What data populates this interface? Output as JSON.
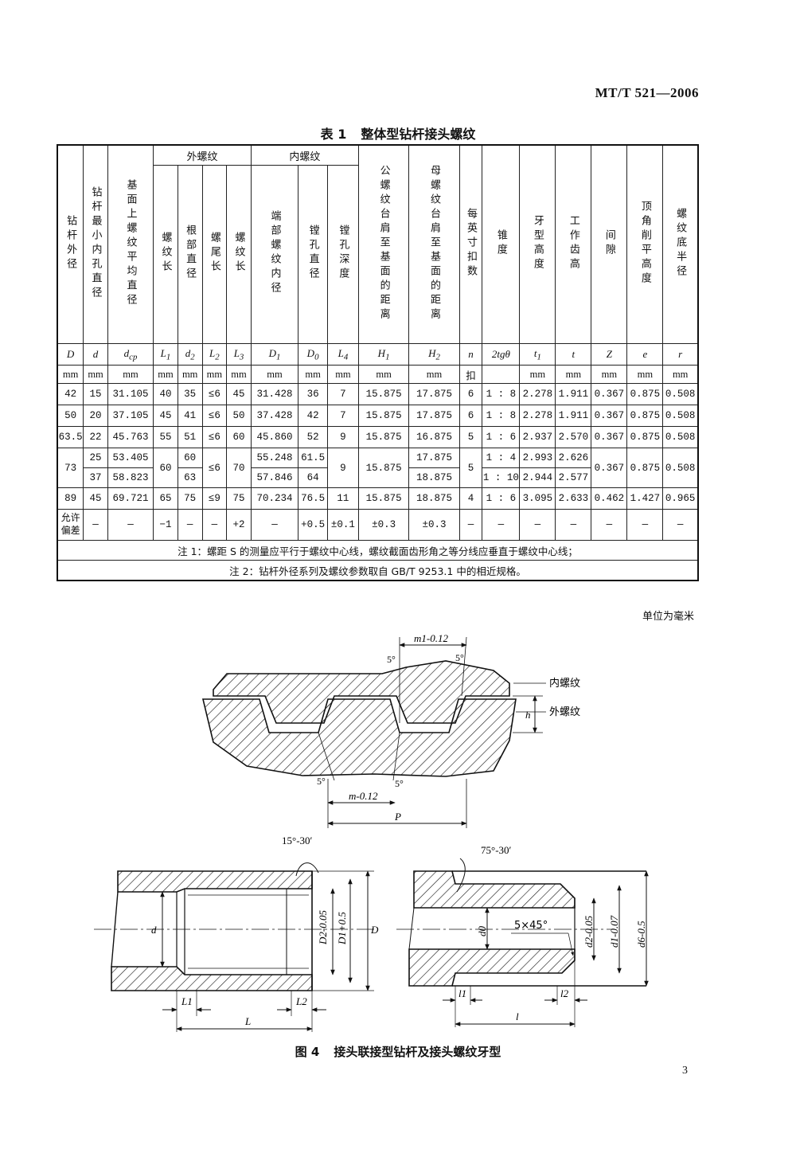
{
  "header": {
    "standard_no": "MT/T 521—2006"
  },
  "table": {
    "caption_no": "表 1",
    "caption_title": "整体型钻杆接头螺纹",
    "groups": {
      "outer": "外螺纹",
      "inner": "内螺纹"
    },
    "columns": [
      {
        "name": "钻杆外径",
        "sym": "D",
        "unit": "mm"
      },
      {
        "name": "钻杆最小内孔直径",
        "sym": "d",
        "unit": "mm"
      },
      {
        "name": "基面上螺纹平均直径",
        "sym": "d_cp",
        "unit": "mm"
      },
      {
        "name": "螺纹长",
        "sym": "L1",
        "unit": "mm"
      },
      {
        "name": "根部直径",
        "sym": "d2",
        "unit": "mm"
      },
      {
        "name": "螺尾长",
        "sym": "L2",
        "unit": "mm"
      },
      {
        "name": "螺纹长",
        "sym": "L3",
        "unit": "mm"
      },
      {
        "name": "端部螺纹内径",
        "sym": "D1",
        "unit": "mm"
      },
      {
        "name": "镗孔直径",
        "sym": "D0",
        "unit": "mm"
      },
      {
        "name": "镗孔深度",
        "sym": "L4",
        "unit": "mm"
      },
      {
        "name": "公螺纹台肩至基面的距离",
        "sym": "H1",
        "unit": "mm"
      },
      {
        "name": "母螺纹台肩至基面的距离",
        "sym": "H2",
        "unit": "mm"
      },
      {
        "name": "每英寸扣数",
        "sym": "n",
        "unit": "扣"
      },
      {
        "name": "锥度",
        "sym": "2tgθ",
        "unit": ""
      },
      {
        "name": "牙型高度",
        "sym": "t1",
        "unit": "mm"
      },
      {
        "name": "工作齿高",
        "sym": "t",
        "unit": "mm"
      },
      {
        "name": "间隙",
        "sym": "Z",
        "unit": "mm"
      },
      {
        "name": "顶角削平高度",
        "sym": "e",
        "unit": "mm"
      },
      {
        "name": "螺纹底半径",
        "sym": "r",
        "unit": "mm"
      }
    ],
    "rows": [
      [
        "42",
        "15",
        "31.105",
        "40",
        "35",
        "≤6",
        "45",
        "31.428",
        "36",
        "7",
        "15.875",
        "17.875",
        "6",
        "1 : 8",
        "2.278",
        "1.911",
        "0.367",
        "0.875",
        "0.508"
      ],
      [
        "50",
        "20",
        "37.105",
        "45",
        "41",
        "≤6",
        "50",
        "37.428",
        "42",
        "7",
        "15.875",
        "17.875",
        "6",
        "1 : 8",
        "2.278",
        "1.911",
        "0.367",
        "0.875",
        "0.508"
      ],
      [
        "63.5",
        "22",
        "45.763",
        "55",
        "51",
        "≤6",
        "60",
        "45.860",
        "52",
        "9",
        "15.875",
        "16.875",
        "5",
        "1 : 6",
        "2.937",
        "2.570",
        "0.367",
        "0.875",
        "0.508"
      ]
    ],
    "row73": {
      "D": "73",
      "d": [
        "25",
        "37"
      ],
      "dcp": [
        "53.405",
        "58.823"
      ],
      "L1": "60",
      "d2": [
        "60",
        "63"
      ],
      "L2": "≤6",
      "L3": "70",
      "D1": [
        "55.248",
        "57.846"
      ],
      "D0": [
        "61.5",
        "64"
      ],
      "L4": "9",
      "H1": "15.875",
      "H2": [
        "17.875",
        "18.875"
      ],
      "n": "5",
      "taper": [
        "1 : 4",
        "1 : 10"
      ],
      "t1": [
        "2.993",
        "2.944"
      ],
      "t": [
        "2.626",
        "2.577"
      ],
      "Z": "0.367",
      "e": "0.875",
      "r": "0.508"
    },
    "row89": [
      "89",
      "45",
      "69.721",
      "65",
      "75",
      "≤9",
      "75",
      "70.234",
      "76.5",
      "11",
      "15.875",
      "18.875",
      "4",
      "1 : 6",
      "3.095",
      "2.633",
      "0.462",
      "1.427",
      "0.965"
    ],
    "tolerance_label": "允许偏差",
    "tolerance": [
      "—",
      "—",
      "—",
      "−1",
      "—",
      "—",
      "+2",
      "—",
      "+0.5",
      "±0.1",
      "±0.3",
      "±0.3",
      "—",
      "—",
      "—",
      "—",
      "—",
      "—",
      "—"
    ],
    "notes": [
      "注 1：螺距 S 的测量应平行于螺纹中心线，螺纹截面齿形角之等分线应垂直于螺纹中心线；",
      "注 2：钻杆外径系列及螺纹参数取自 GB/T 9253.1 中的相近规格。"
    ]
  },
  "unit_note": "单位为毫米",
  "figure": {
    "label_inner": "内螺纹",
    "label_outer": "外螺纹",
    "angle_5": "5°",
    "m_top": "m1-0.12",
    "m_bottom": "m-0.12",
    "P": "P",
    "h": "h",
    "angle_15": "15°-30′",
    "angle_75": "75°-30′",
    "chamfer": "5×45°",
    "d": "d",
    "D": "D",
    "D2": "D2-0.05",
    "D1": "D1+0.5",
    "d0": "d0",
    "d2": "d2-0.05",
    "d1": "d1-0.07",
    "d6": "d6-0.5",
    "L": "L",
    "L1": "L1",
    "L2": "L2",
    "l": "l",
    "l1": "l1",
    "l2": "l2",
    "caption_no": "图 4",
    "caption_title": "接头联接型钻杆及接头螺纹牙型"
  },
  "footer": {
    "page": "3"
  }
}
